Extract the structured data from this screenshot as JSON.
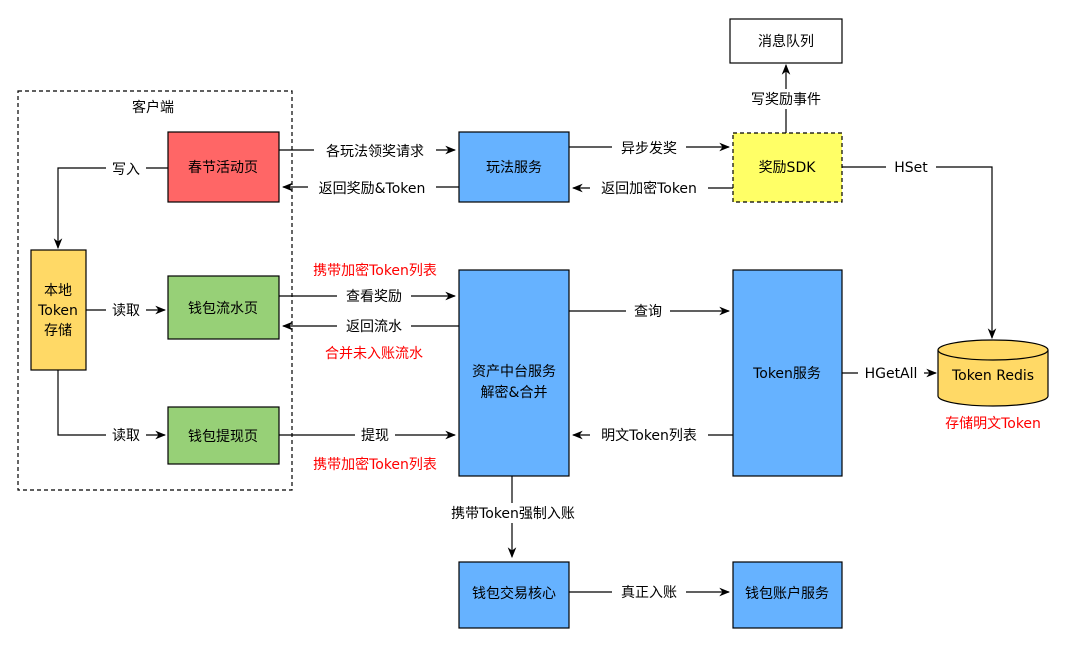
{
  "colors": {
    "red_box": "#ff6666",
    "green_box": "#97d077",
    "blue_box": "#66b2ff",
    "yellow_sdk": "#ffff66",
    "orange_storage": "#ffd966",
    "redis_fill": "#ffd966",
    "note_red": "#ff0000"
  },
  "group": {
    "label": "客户端"
  },
  "nodes": {
    "mq": {
      "label": "消息队列"
    },
    "spring": {
      "label": "春节活动页"
    },
    "play": {
      "label": "玩法服务"
    },
    "sdk": {
      "label": "奖励SDK"
    },
    "storage": {
      "line1": "本地",
      "line2": "Token",
      "line3": "存储"
    },
    "flow": {
      "label": "钱包流水页"
    },
    "withdraw": {
      "label": "钱包提现页"
    },
    "asset": {
      "line1": "资产中台服务",
      "line2": "解密&合并"
    },
    "token_svc": {
      "label": "Token服务"
    },
    "redis": {
      "label": "Token Redis"
    },
    "trade": {
      "label": "钱包交易核心"
    },
    "account": {
      "label": "钱包账户服务"
    }
  },
  "edges": {
    "write_reward_event": "写奖励事件",
    "write_in": "写入",
    "reward_request": "各玩法领奖请求",
    "return_reward": "返回奖励&Token",
    "async_award": "异步发奖",
    "return_token": "返回加密Token",
    "hset": "HSet",
    "read1": "读取",
    "view_reward": "查看奖励",
    "return_flow": "返回流水",
    "query": "查询",
    "hgetall": "HGetAll",
    "read2": "读取",
    "withdraw": "提现",
    "plain_token_list": "明文Token列表",
    "force_entry": "携带Token强制入账",
    "real_entry": "真正入账"
  },
  "notes": {
    "carry_token_top": "携带加密Token列表",
    "merge_flow": "合并未入账流水",
    "carry_token_bottom": "携带加密Token列表",
    "store_plain": "存储明文Token"
  }
}
